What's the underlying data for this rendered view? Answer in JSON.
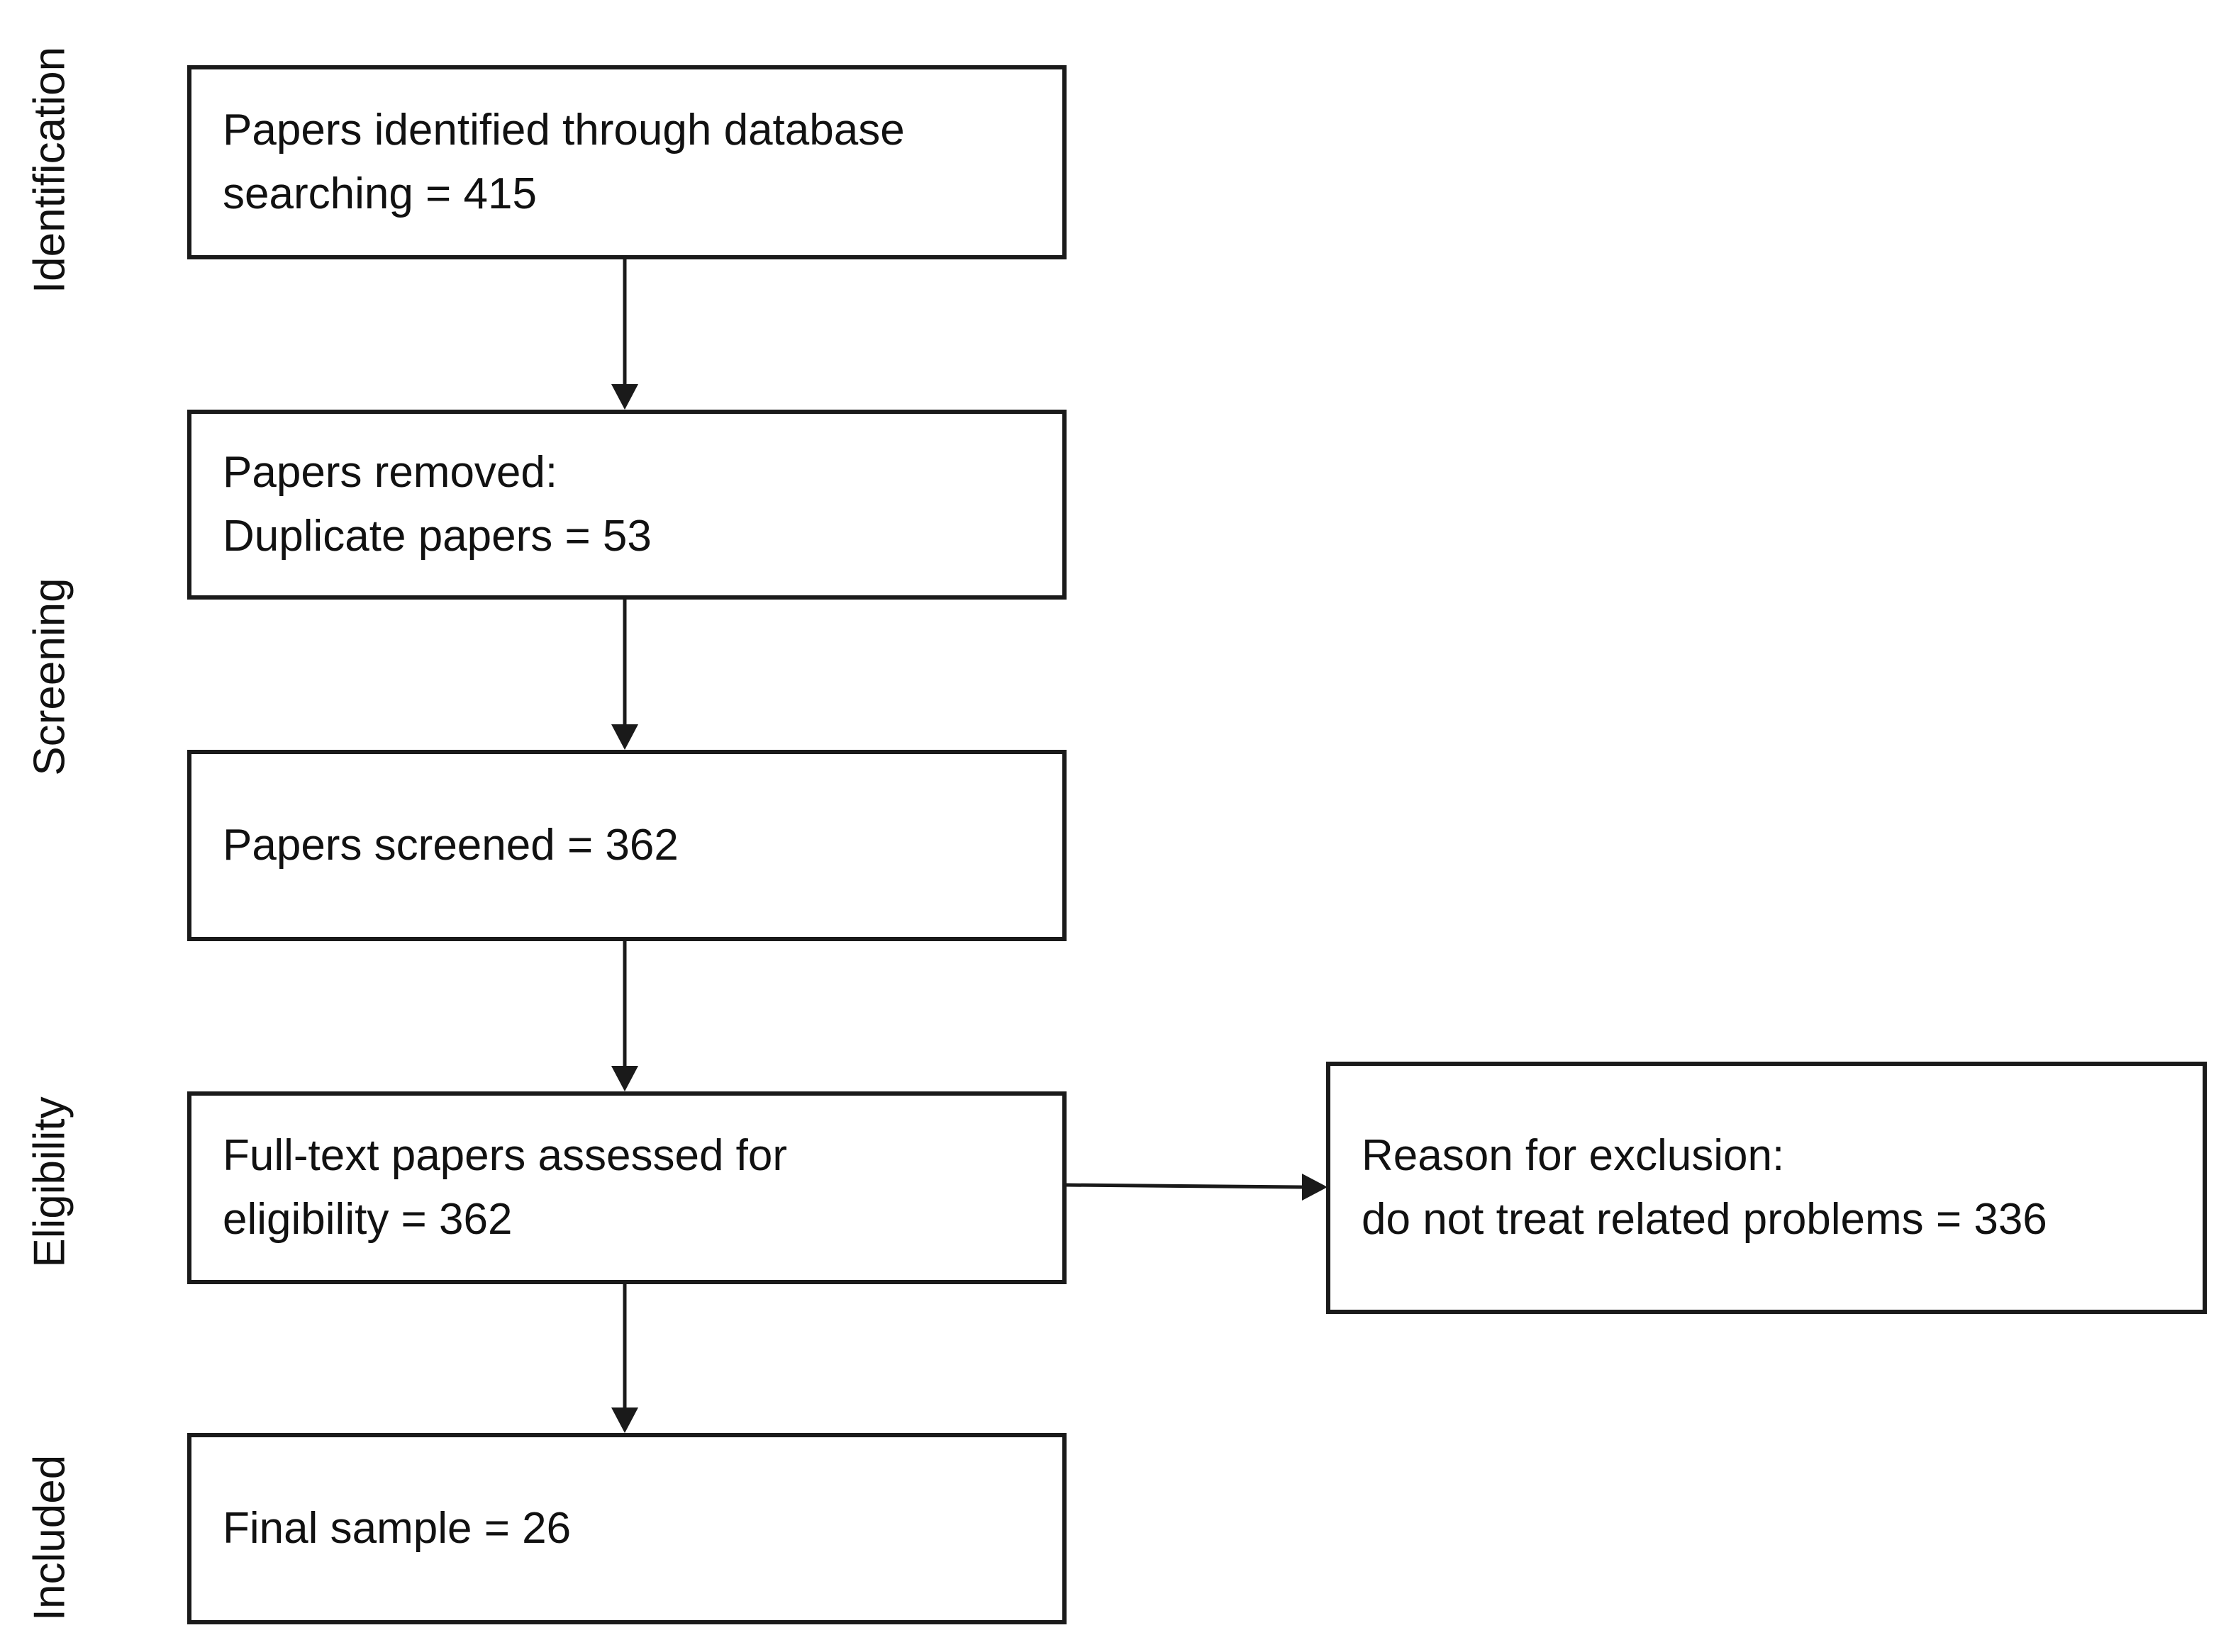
{
  "stages": {
    "identification": "Identification",
    "screening": "Screening",
    "eligibility": "Eligibility",
    "included": "Included"
  },
  "boxes": {
    "identified": "Papers identified through database\nsearching = 415",
    "removed": "Papers removed:\nDuplicate papers = 53",
    "screened": "Papers screened = 362",
    "assessed": "Full-text papers assessed for\neligibility = 362",
    "excluded": "Reason for exclusion:\ndo not treat related problems = 336",
    "final": "Final sample = 26"
  },
  "colors": {
    "line": "#1a1a1a",
    "text": "#111111",
    "background": "#ffffff"
  }
}
